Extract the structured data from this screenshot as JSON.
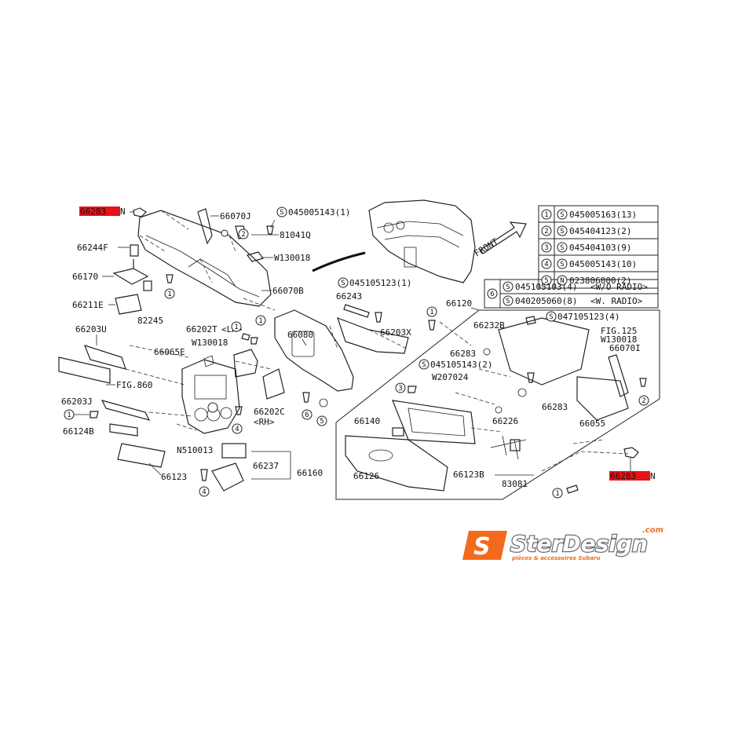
{
  "parts": {
    "p66283n_a": "66283",
    "p66283n_a_suffix": "N",
    "p66070j": "66070J",
    "s045005143_1": "045005143(1)",
    "p81041q": "81041Q",
    "p66244f": "66244F",
    "w130018_a": "W130018",
    "p66170": "66170",
    "p66070b": "66070B",
    "p66211e": "66211E",
    "p82245": "82245",
    "p66203u": "66203U",
    "p66202t": "66202T",
    "p66202t_lh": "<LH>",
    "w130018_b": "W130018",
    "p66080": "66080",
    "p66065e": "66065E",
    "fig860": "FIG.860",
    "p66203j": "66203J",
    "p66124b": "66124B",
    "p66202c": "66202C",
    "p66202c_rh": "<RH>",
    "n510013": "N510013",
    "p66237": "66237",
    "p66160": "66160",
    "p66123": "66123",
    "s045105123_1": "045105123(1)",
    "p66243": "66243",
    "p66203x": "66203X",
    "p66120": "66120",
    "p66232b": "66232B",
    "s047105123_4": "047105123(4)",
    "fig125": "FIG.125",
    "w130018_c": "W130018",
    "p66070i": "66070I",
    "p66283_b": "66283",
    "s045105143_2": "045105143(2)",
    "w207024": "W207024",
    "p66283_c": "66283",
    "p66140": "66140",
    "p66226": "66226",
    "p66055": "66055",
    "p66126": "66126",
    "p66123b": "66123B",
    "p83081": "83081",
    "p66283n_b": "66283",
    "p66283n_b_suffix": "N",
    "front": "FRONT"
  },
  "legend": {
    "rows": [
      {
        "idx": "1",
        "prefix": "S",
        "code": "045005163(13)"
      },
      {
        "idx": "2",
        "prefix": "S",
        "code": "045404123(2)"
      },
      {
        "idx": "3",
        "prefix": "S",
        "code": "045404103(9)"
      },
      {
        "idx": "4",
        "prefix": "S",
        "code": "045005143(10)"
      },
      {
        "idx": "5",
        "prefix": "N",
        "code": "023806000(2)"
      }
    ],
    "row6": {
      "idx": "6",
      "a_prefix": "S",
      "a_code": "045105103(4)",
      "a_note": "<W/O RADIO>",
      "b_prefix": "S",
      "b_code": "040205060(8)",
      "b_note": "<W. RADIO>"
    }
  },
  "callouts": {
    "c1": "1",
    "c2": "2",
    "c3": "3",
    "c4": "4",
    "c5": "5",
    "c6": "6"
  },
  "logo": {
    "mark": "S",
    "name": "SterDesign",
    "tld": ".com",
    "tagline": "pièces & accessoires Subaru"
  },
  "colors": {
    "highlight": "#e8131a",
    "logo_orange": "#f26b1d",
    "logo_grey": "#6d6e70",
    "ink": "#222222"
  }
}
